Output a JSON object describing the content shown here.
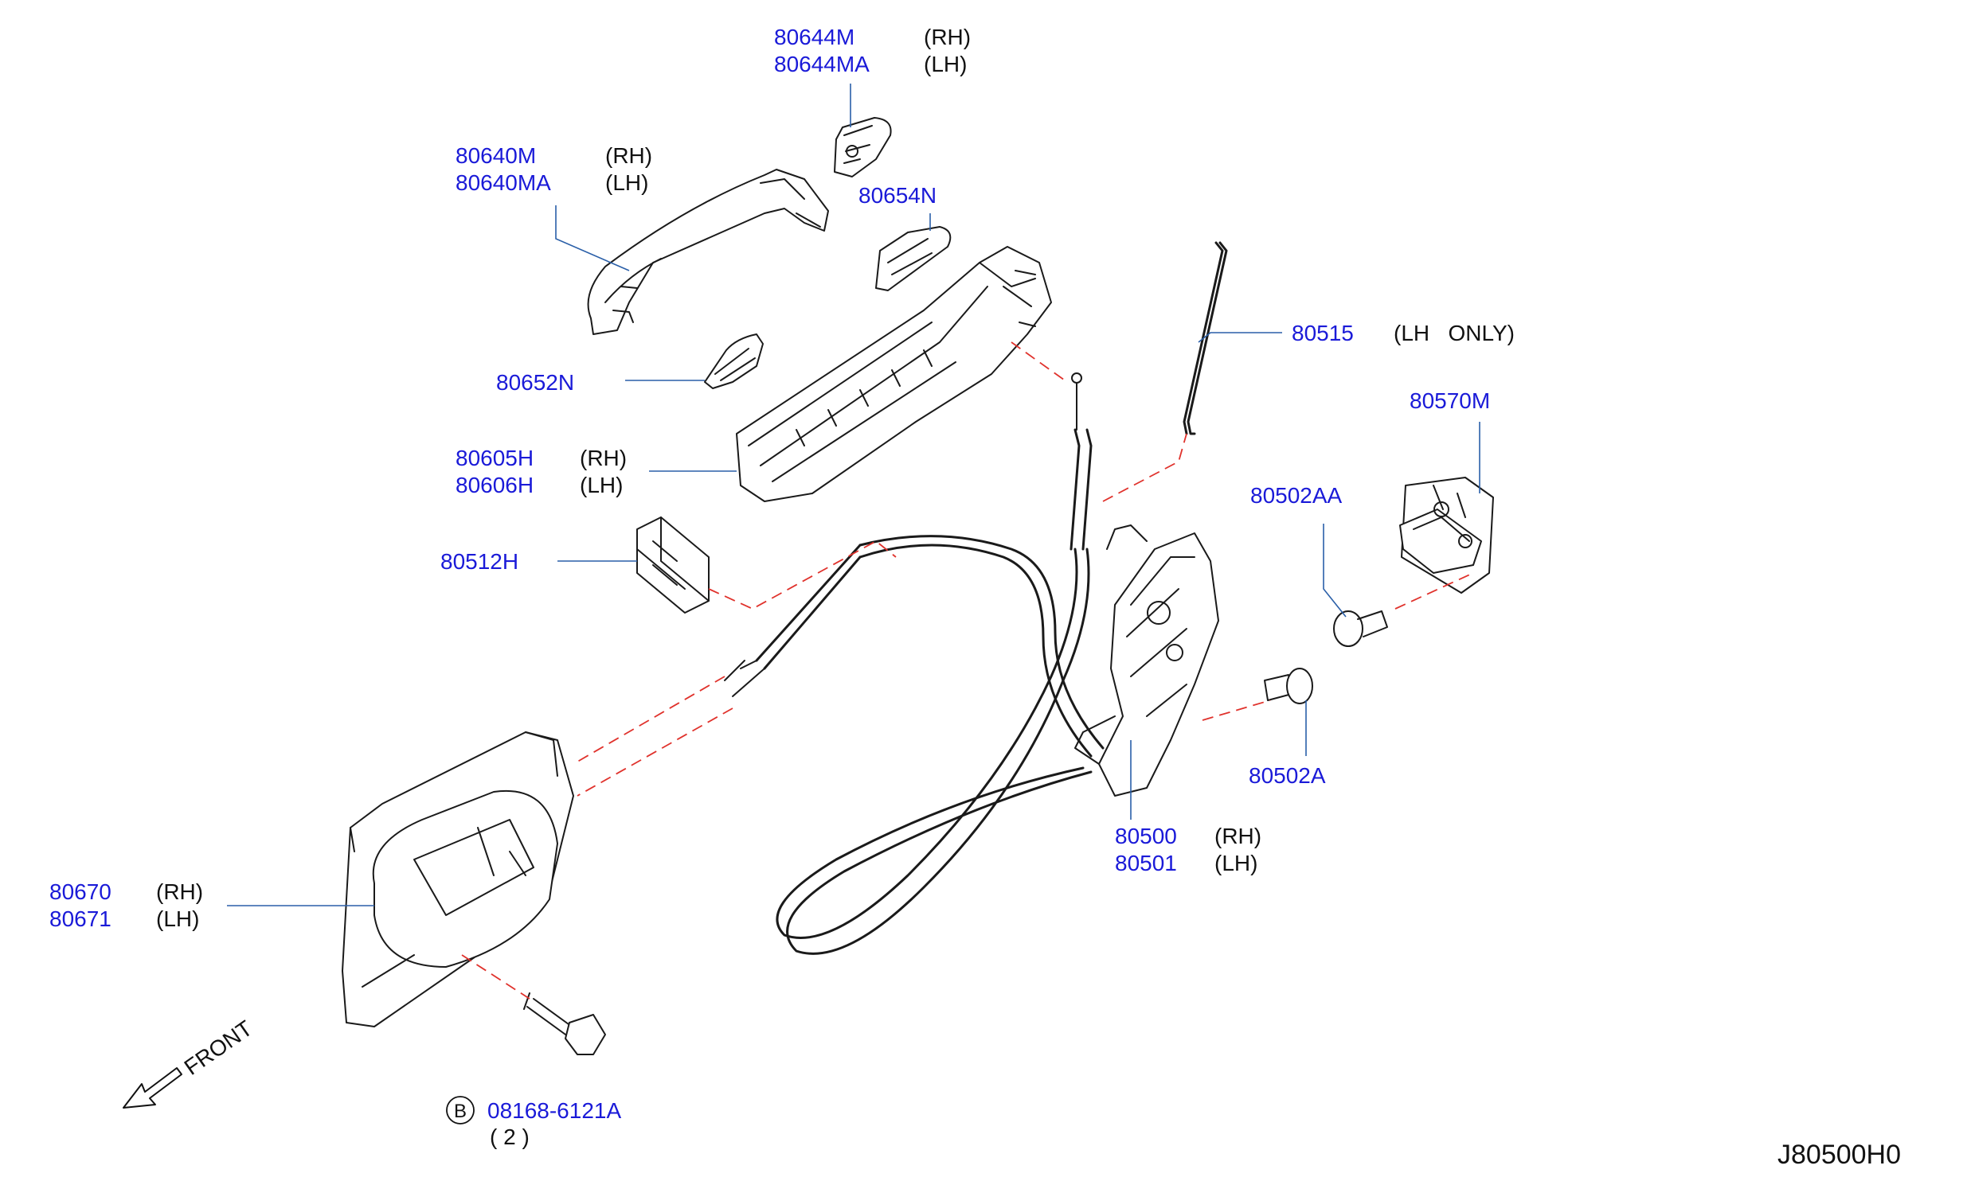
{
  "colors": {
    "part_number": "#1a1ad8",
    "variant": "#111111",
    "leader": "#2a5fa8",
    "dashed_relation": "#e0322c"
  },
  "callouts": {
    "c80644": {
      "pn1": "80644M",
      "pn2": "80644MA",
      "v1": "(RH)",
      "v2": "(LH)"
    },
    "c80640": {
      "pn1": "80640M",
      "pn2": "80640MA",
      "v1": "(RH)",
      "v2": "(LH)"
    },
    "c80654": {
      "pn": "80654N"
    },
    "c80652": {
      "pn": "80652N"
    },
    "c80515": {
      "pn": "80515",
      "note": "(LH   ONLY)"
    },
    "c80570": {
      "pn": "80570M"
    },
    "c80605": {
      "pn1": "80605H",
      "pn2": "80606H",
      "v1": "(RH)",
      "v2": "(LH)"
    },
    "c80512": {
      "pn": "80512H"
    },
    "c80502aa": {
      "pn": "80502AA"
    },
    "c80502a": {
      "pn": "80502A"
    },
    "c80500": {
      "pn1": "80500",
      "pn2": "80501",
      "v1": "(RH)",
      "v2": "(LH)"
    },
    "c80670": {
      "pn1": "80670",
      "pn2": "80671",
      "v1": "(RH)",
      "v2": "(LH)"
    },
    "c08168": {
      "badge": "B",
      "pn": "08168-6121A",
      "qty": "( 2 )"
    }
  },
  "front_indicator": {
    "label": "FRONT",
    "icon": "front-arrow-icon"
  },
  "diagram_code": "J80500H0"
}
